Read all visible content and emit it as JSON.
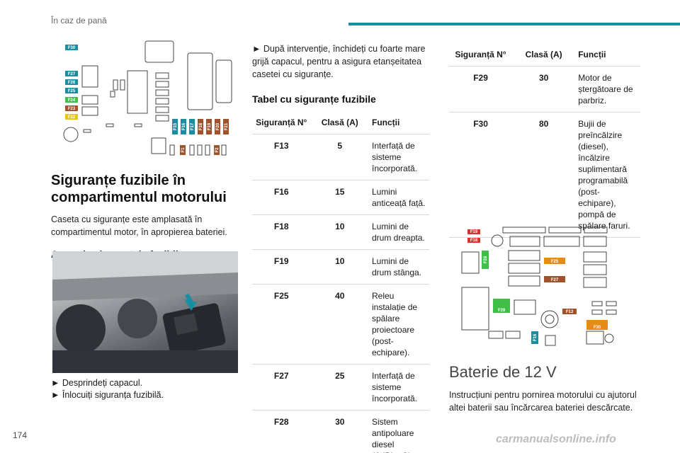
{
  "header": {
    "section": "În caz de pană",
    "accent_color": "#1b8da0"
  },
  "page_number": "174",
  "watermark": "carmanualsonline.info",
  "diagram1": {
    "labels": [
      "F30",
      "F27",
      "F26",
      "F25",
      "F24",
      "F23",
      "F22",
      "F15",
      "F16",
      "F17",
      "F18",
      "F19",
      "F20",
      "F21",
      "F1",
      "F2"
    ]
  },
  "engine_fuses": {
    "title_line1": "Siguranțe fuzibile în",
    "title_line2": "compartimentul motorului",
    "intro": "Caseta cu siguranțe este amplasată în compartimentul motor, în apropierea bateriei.",
    "access_title": "Acces la siguranțele fuzibile",
    "steps": [
      "► Desprindeți capacul.",
      "► Înlocuiți siguranța fuzibilă."
    ]
  },
  "middle": {
    "note": "► După intervenție, închideți cu foarte mare grijă capacul, pentru a asigura etanșeitatea casetei cu siguranțe.",
    "table_title": "Tabel cu siguranțe fuzibile"
  },
  "table_headers": {
    "fuse": "Siguranță N°",
    "class": "Clasă (A)",
    "func": "Funcții"
  },
  "table1_rows": [
    {
      "fuse": "F13",
      "amp": "5",
      "func": "Interfață de sisteme încorporată."
    },
    {
      "fuse": "F16",
      "amp": "15",
      "func": "Lumini anticeață față."
    },
    {
      "fuse": "F18",
      "amp": "10",
      "func": "Lumini de drum dreapta."
    },
    {
      "fuse": "F19",
      "amp": "10",
      "func": "Lumini de drum stânga."
    },
    {
      "fuse": "F25",
      "amp": "40",
      "func": "Releu instalație de spălare proiectoare (post-echipare)."
    },
    {
      "fuse": "F27",
      "amp": "25",
      "func": "Interfață de sisteme încorporată."
    },
    {
      "fuse": "F28",
      "amp": "30",
      "func": "Sistem antipoluare diesel (AdBlue®)."
    }
  ],
  "table2_rows": [
    {
      "fuse": "F29",
      "amp": "30",
      "func": "Motor de ștergătoare de parbriz."
    },
    {
      "fuse": "F30",
      "amp": "80",
      "func": "Bujii de preîncălzire (diesel), încălzire suplimentară programabilă (post-echipare), pompă de spălare faruri."
    }
  ],
  "diagram2": {
    "labels": [
      "F19",
      "F18",
      "F28",
      "F25",
      "F27",
      "F29",
      "F13",
      "F30",
      "F16"
    ]
  },
  "battery": {
    "title": "Baterie de 12 V",
    "text": "Instrucțiuni pentru pornirea motorului cu ajutorul altei baterii sau încărcarea bateriei descărcate."
  },
  "colors": {
    "fuse_green": "#3fbf4a",
    "fuse_brown": "#a0522d",
    "fuse_yellow": "#e8c21a",
    "fuse_teal": "#1b8da0",
    "fuse_orange": "#e88a1a",
    "fuse_red": "#d9342b"
  }
}
